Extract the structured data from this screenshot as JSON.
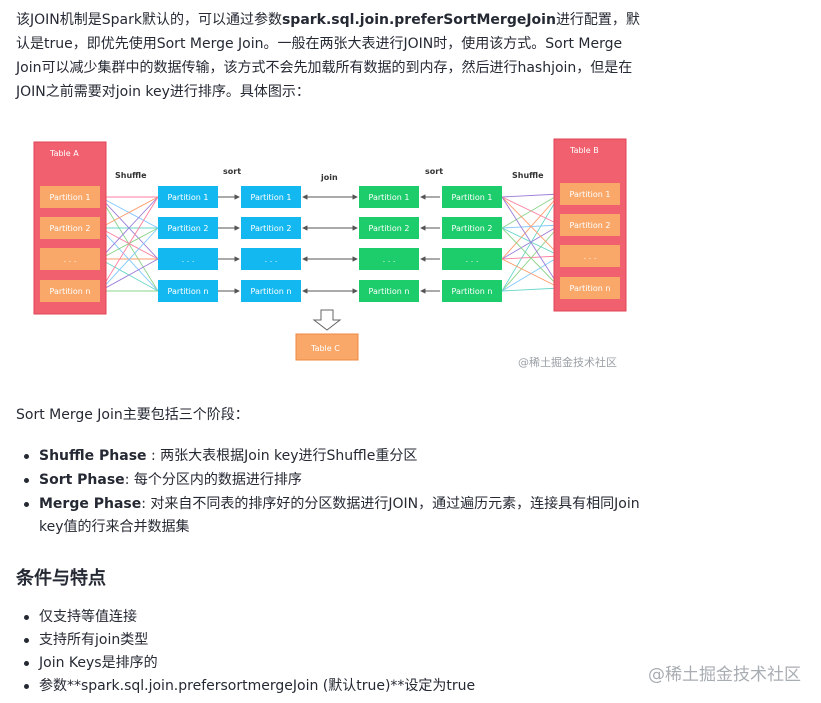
{
  "intro": {
    "part1": "该JOIN机制是Spark默认的，可以通过参数",
    "param": "spark.sql.join.preferSortMergeJoin",
    "part2": "进行配置，默认是true，即优先使用Sort Merge Join。一般在两张大表进行JOIN时，使用该方式。Sort Merge Join可以减少集群中的数据传输，该方式不会先加载所有数据的到内存，然后进行hashjoin，但是在JOIN之前需要对join key进行排序。具体图示："
  },
  "diagram": {
    "table_a": "Table A",
    "table_b": "Table B",
    "table_c": "Table C",
    "stage_shuffle": "Shuffle",
    "stage_sort": "sort",
    "stage_join": "join",
    "partitions": [
      "Partition 1",
      "Partition 2",
      ". . .",
      "Partition n"
    ],
    "watermark": "@稀土掘金技术社区",
    "colors": {
      "table": "#f0606e",
      "table_partition": "#f9a86a",
      "blue": "#14b8f0",
      "green": "#1dcc6b",
      "table_c": "#f9a86a"
    }
  },
  "summary": "Sort Merge Join主要包括三个阶段：",
  "phases": [
    {
      "name": "Shuffle Phase",
      "desc": " : 两张大表根据Join key进行Shuffle重分区"
    },
    {
      "name": "Sort Phase",
      "desc": ": 每个分区内的数据进行排序"
    },
    {
      "name": "Merge Phase",
      "desc": ": 对来自不同表的排序好的分区数据进行JOIN，通过遍历元素，连接具有相同Join key值的行来合并数据集"
    }
  ],
  "section_title": "条件与特点",
  "features": [
    "仅支持等值连接",
    "支持所有join类型",
    "Join Keys是排序的",
    "参数**spark.sql.join.prefersortmergeJoin (默认true)**设定为true"
  ],
  "page_watermark": "@稀土掘金技术社区"
}
